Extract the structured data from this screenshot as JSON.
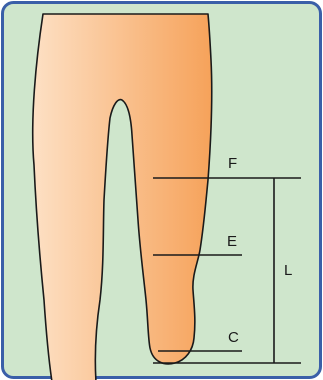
{
  "labels": {
    "f": "F",
    "e": "E",
    "c": "C",
    "l": "L"
  },
  "colors": {
    "background": "#cfe6cc",
    "border": "#3a5fa8",
    "limb_light": "#fde0c4",
    "limb_dark": "#f6a25a",
    "outline": "#1a1a1a"
  }
}
